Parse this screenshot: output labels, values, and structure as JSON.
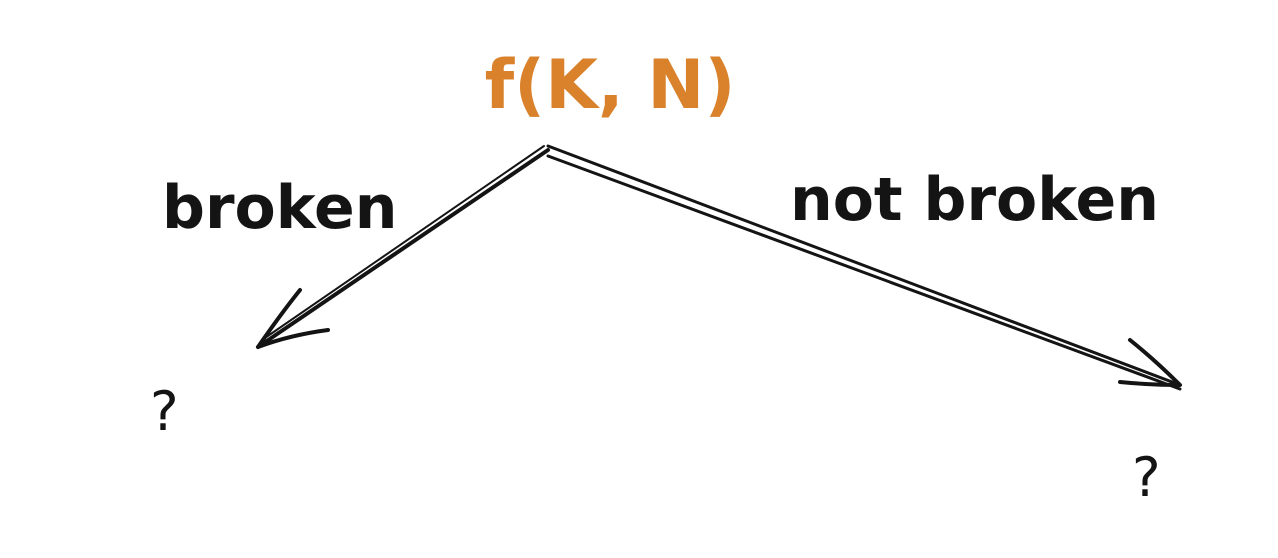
{
  "root": {
    "label": "f(K, N)",
    "color": "#d9822b"
  },
  "branches": [
    {
      "edge_label": "broken",
      "leaf_label": "?"
    },
    {
      "edge_label": "not broken",
      "leaf_label": "?"
    }
  ],
  "ink_color": "#141414",
  "background": "#ffffff"
}
